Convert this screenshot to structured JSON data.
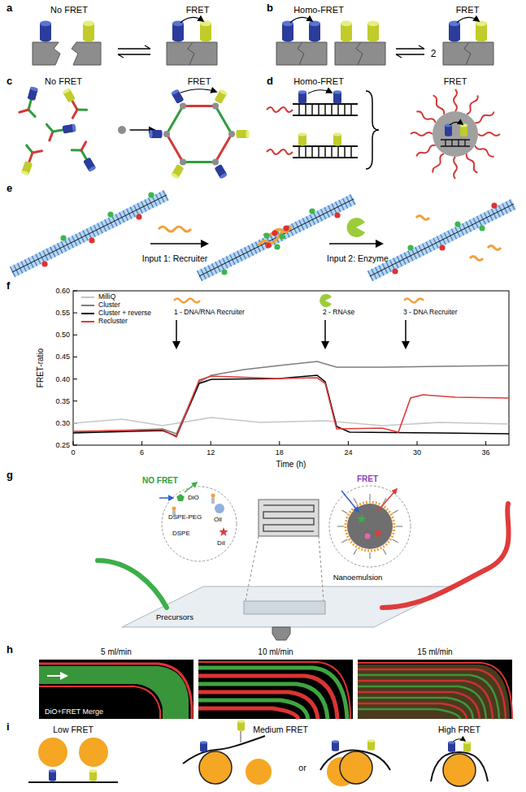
{
  "diagram": {
    "labels": [
      "a",
      "No FRET",
      "FRET",
      "b",
      "Homo-FRET",
      "FRET",
      "2",
      "c",
      "No FRET",
      "FRET",
      "d",
      "Homo-FRET",
      "FRET",
      "e",
      "Input 1: Recruiter",
      "Input 2: Enzyme",
      "f",
      "0.60",
      "0.55",
      "0.50",
      "0.45",
      "0.40",
      "0.35",
      "0.30",
      "0.25",
      "FRET-ratio",
      "0",
      "6",
      "12",
      "18",
      "24",
      "30",
      "36",
      "Time (h)",
      "1 - DNA/RNA Recruiter",
      "2 - RNAse",
      "3 - DNA Recruiter",
      "g",
      "NO FRET",
      "FRET",
      "DiO",
      "DiI",
      "Oil",
      "DSPE-PEG",
      "DSPE",
      "Nanoemulsion",
      "Precursors",
      "h",
      "5 ml/min",
      "10 ml/min",
      "15 ml/min",
      "DiO+FRET Merge",
      "i",
      "Low FRET",
      "Medium FRET",
      "or",
      "High FRET"
    ],
    "legend": [
      {
        "text": "MilliQ"
      },
      {
        "text": "Cluster"
      },
      {
        "text": "Cluster + reverse"
      },
      {
        "text": "Recluster"
      }
    ]
  }
}
